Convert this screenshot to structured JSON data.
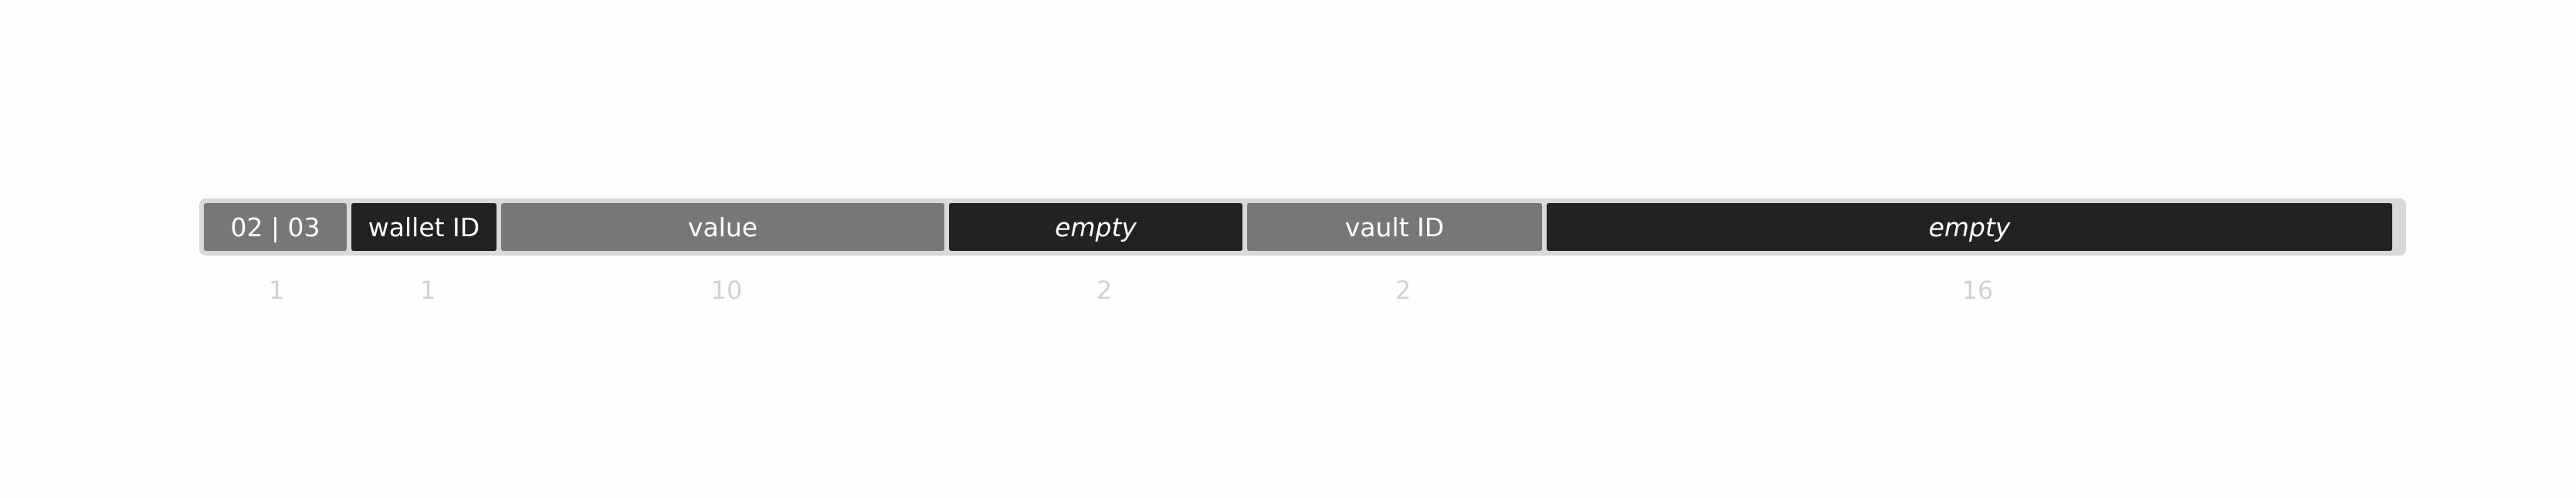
{
  "segments": [
    {
      "label": "02 | 03",
      "size": "1",
      "style": "gray",
      "italic": false
    },
    {
      "label": "wallet ID",
      "size": "1",
      "style": "dark",
      "italic": false
    },
    {
      "label": "value",
      "size": "10",
      "style": "gray",
      "italic": false
    },
    {
      "label": "empty",
      "size": "2",
      "style": "dark",
      "italic": true
    },
    {
      "label": "vault ID",
      "size": "2",
      "style": "gray",
      "italic": false
    },
    {
      "label": "empty",
      "size": "16",
      "style": "dark",
      "italic": true
    }
  ],
  "colors": {
    "segment_gray": "#777777",
    "segment_dark": "#222222",
    "frame": "#d9d9d9",
    "size_text": "#d2d2d2"
  }
}
